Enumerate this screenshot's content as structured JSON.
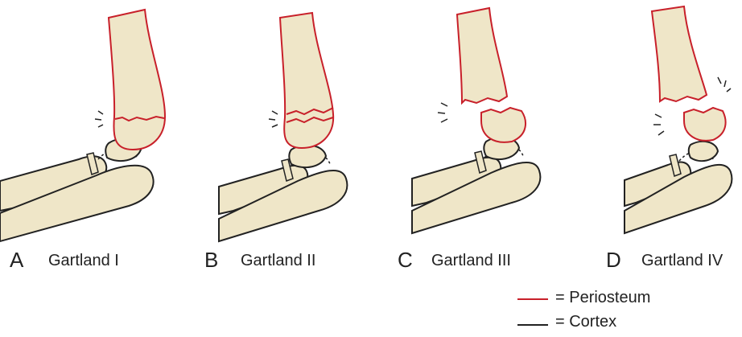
{
  "panels": [
    {
      "letter": "A",
      "name": "Gartland I"
    },
    {
      "letter": "B",
      "name": "Gartland II"
    },
    {
      "letter": "C",
      "name": "Gartland III"
    },
    {
      "letter": "D",
      "name": "Gartland IV"
    }
  ],
  "legend": {
    "periosteum_label": "= Periosteum",
    "cortex_label": "= Cortex",
    "periosteum_color": "#c8202a",
    "cortex_color": "#222222"
  },
  "colors": {
    "bone_fill": "#efe6c8"
  }
}
